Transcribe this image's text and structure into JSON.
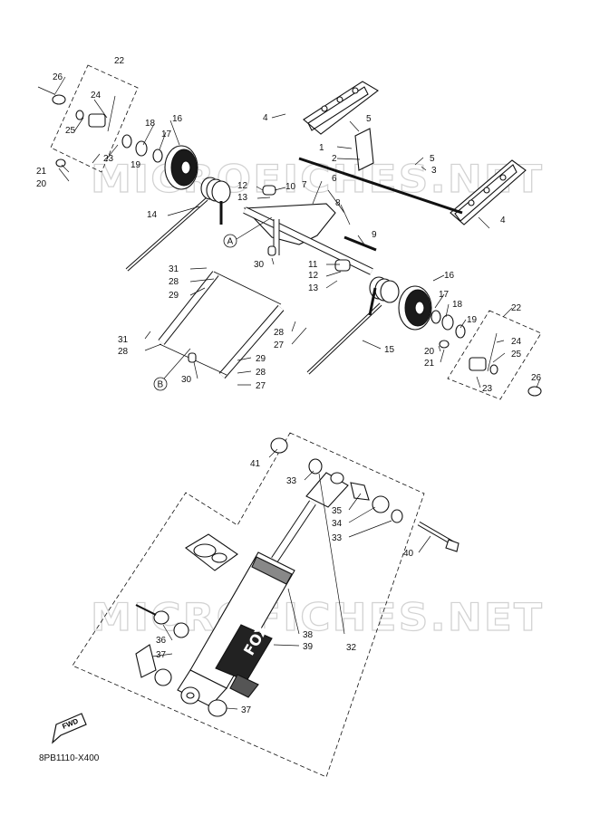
{
  "diagram_code": "8PB1110-X400",
  "watermark": "MICROFICHES.NET",
  "fwd_label": "FWD",
  "brand_mark": "FOX",
  "reference_letters": [
    "A",
    "B"
  ],
  "part_callouts": [
    {
      "id": "c26a",
      "label": "26"
    },
    {
      "id": "c22a",
      "label": "22"
    },
    {
      "id": "c24a",
      "label": "24"
    },
    {
      "id": "c25a",
      "label": "25"
    },
    {
      "id": "c18a",
      "label": "18"
    },
    {
      "id": "c16a",
      "label": "16"
    },
    {
      "id": "c17a",
      "label": "17"
    },
    {
      "id": "c23a",
      "label": "23"
    },
    {
      "id": "c19a",
      "label": "19"
    },
    {
      "id": "c21a",
      "label": "21"
    },
    {
      "id": "c20a",
      "label": "20"
    },
    {
      "id": "c4a",
      "label": "4"
    },
    {
      "id": "c5a",
      "label": "5"
    },
    {
      "id": "c1",
      "label": "1"
    },
    {
      "id": "c2",
      "label": "2"
    },
    {
      "id": "c5b",
      "label": "5"
    },
    {
      "id": "c3",
      "label": "3"
    },
    {
      "id": "c4b",
      "label": "4"
    },
    {
      "id": "c6",
      "label": "6"
    },
    {
      "id": "c7",
      "label": "7"
    },
    {
      "id": "c8",
      "label": "8"
    },
    {
      "id": "c10",
      "label": "10"
    },
    {
      "id": "c12a",
      "label": "12"
    },
    {
      "id": "c13a",
      "label": "13"
    },
    {
      "id": "c14",
      "label": "14"
    },
    {
      "id": "c9",
      "label": "9"
    },
    {
      "id": "c11",
      "label": "11"
    },
    {
      "id": "c12b",
      "label": "12"
    },
    {
      "id": "c13b",
      "label": "13"
    },
    {
      "id": "c30a",
      "label": "30"
    },
    {
      "id": "c31a",
      "label": "31"
    },
    {
      "id": "c28a",
      "label": "28"
    },
    {
      "id": "c29a",
      "label": "29"
    },
    {
      "id": "c16b",
      "label": "16"
    },
    {
      "id": "c17b",
      "label": "17"
    },
    {
      "id": "c18b",
      "label": "18"
    },
    {
      "id": "c22b",
      "label": "22"
    },
    {
      "id": "c19b",
      "label": "19"
    },
    {
      "id": "c24b",
      "label": "24"
    },
    {
      "id": "c15",
      "label": "15"
    },
    {
      "id": "c20b",
      "label": "20"
    },
    {
      "id": "c25b",
      "label": "25"
    },
    {
      "id": "c21b",
      "label": "21"
    },
    {
      "id": "c23b",
      "label": "23"
    },
    {
      "id": "c26b",
      "label": "26"
    },
    {
      "id": "c28b",
      "label": "28"
    },
    {
      "id": "c27a",
      "label": "27"
    },
    {
      "id": "c31b",
      "label": "31"
    },
    {
      "id": "c28c",
      "label": "28"
    },
    {
      "id": "c29b",
      "label": "29"
    },
    {
      "id": "c30b",
      "label": "30"
    },
    {
      "id": "c28d",
      "label": "28"
    },
    {
      "id": "c27b",
      "label": "27"
    },
    {
      "id": "c41",
      "label": "41"
    },
    {
      "id": "c33a",
      "label": "33"
    },
    {
      "id": "c35",
      "label": "35"
    },
    {
      "id": "c34",
      "label": "34"
    },
    {
      "id": "c33b",
      "label": "33"
    },
    {
      "id": "c40",
      "label": "40"
    },
    {
      "id": "c32",
      "label": "32"
    },
    {
      "id": "c38",
      "label": "38"
    },
    {
      "id": "c39",
      "label": "39"
    },
    {
      "id": "c36",
      "label": "36"
    },
    {
      "id": "c37a",
      "label": "37"
    },
    {
      "id": "c37b",
      "label": "37"
    }
  ]
}
